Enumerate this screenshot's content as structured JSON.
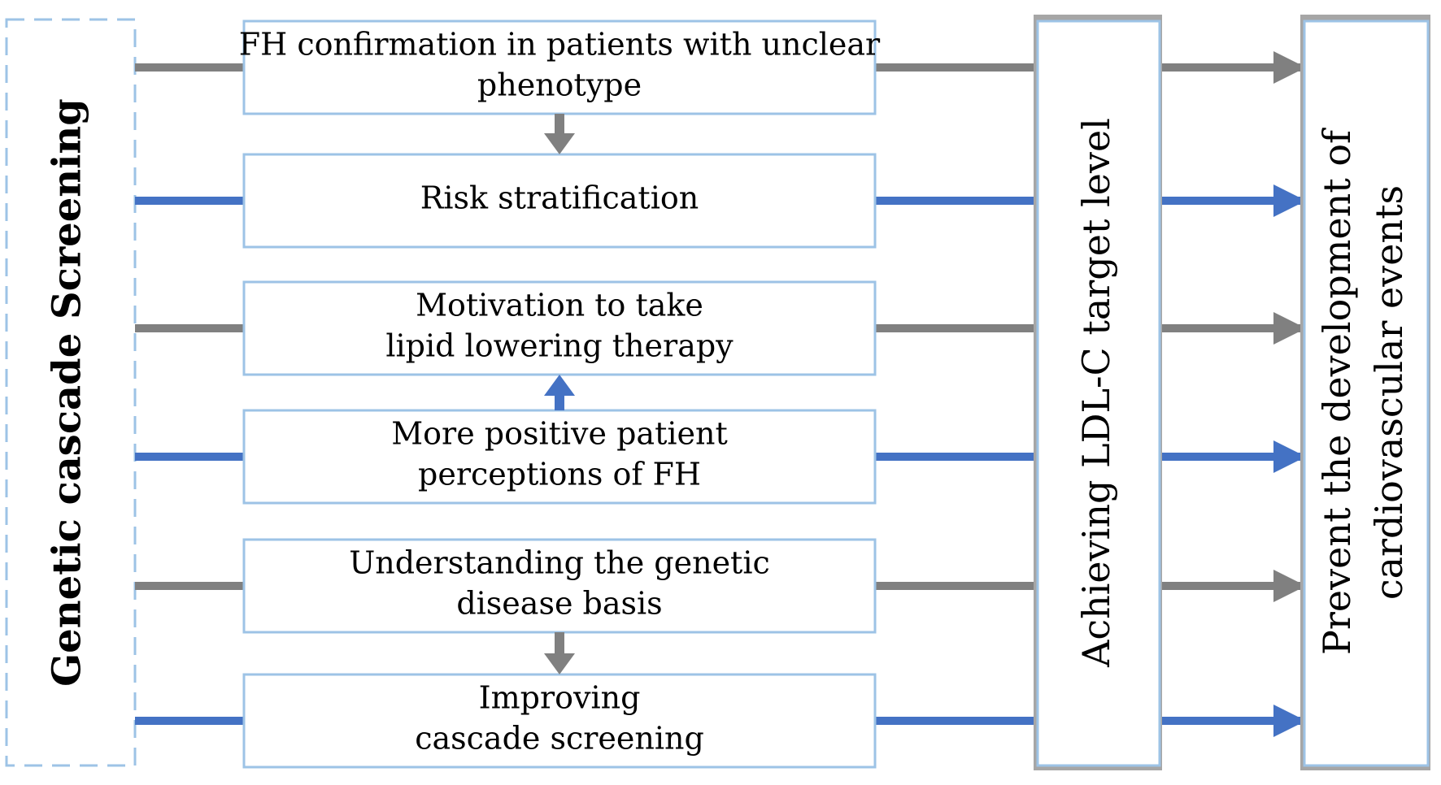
{
  "left_panel": {
    "label": "Genetic cascade Screening"
  },
  "boxes": [
    {
      "lines": [
        "FH confirmation in patients with unclear",
        "phenotype"
      ],
      "color": "gray"
    },
    {
      "lines": [
        "Risk stratification"
      ],
      "color": "blue"
    },
    {
      "lines": [
        "Motivation to take",
        "lipid lowering therapy"
      ],
      "color": "gray"
    },
    {
      "lines": [
        "More positive patient",
        "perceptions of FH"
      ],
      "color": "blue"
    },
    {
      "lines": [
        "Understanding the genetic",
        "disease basis"
      ],
      "color": "gray"
    },
    {
      "lines": [
        "Improving",
        "cascade screening"
      ],
      "color": "blue"
    }
  ],
  "middle_panel": {
    "label": "Achieving LDL-C target level"
  },
  "right_panel": {
    "lines": [
      "Prevent the development of",
      "cardiovascular events"
    ]
  },
  "colors": {
    "gray": "#808080",
    "blue": "#4472C4",
    "box_border": "#9DC3E6",
    "dashed_border": "#9DC3E6",
    "panel_shadow": "#A6A6A6"
  }
}
